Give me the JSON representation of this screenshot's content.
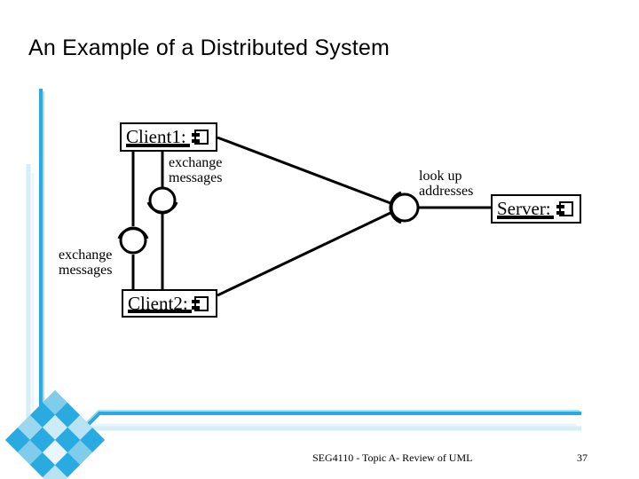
{
  "slide": {
    "title": "An Example of a Distributed System",
    "background_color": "#ffffff",
    "accent_color": "#29ABE2",
    "accent_pale_color": "#D6EEF8"
  },
  "diagram": {
    "type": "uml-component-deployment",
    "nodes": [
      {
        "id": "client1",
        "label": "Client1:",
        "icon": "component-icon"
      },
      {
        "id": "client2",
        "label": "Client2:",
        "icon": "component-icon"
      },
      {
        "id": "server",
        "label": "Server:",
        "icon": "component-icon"
      }
    ],
    "interface_labels": [
      {
        "id": "exchange-messages-top",
        "line1": "exchange",
        "line2": "messages"
      },
      {
        "id": "exchange-messages-left",
        "line1": "exchange",
        "line2": "messages"
      },
      {
        "id": "look-up-addresses",
        "line1": "look up",
        "line2": "addresses"
      }
    ],
    "connectors": [
      {
        "from": "client1",
        "to": "client2",
        "interface": "exchange-messages-top"
      },
      {
        "from": "client2",
        "to": "client1",
        "interface": "exchange-messages-left"
      },
      {
        "from": "client1",
        "to": "server",
        "interface": "look-up-addresses"
      },
      {
        "from": "client2",
        "to": "server",
        "interface": "look-up-addresses"
      }
    ]
  },
  "footer": {
    "center": "SEG4110 - Topic A-  Review of UML",
    "page_number": "37"
  }
}
